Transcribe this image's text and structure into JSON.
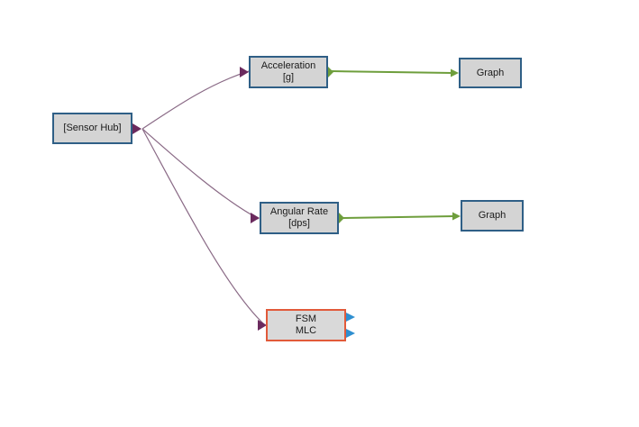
{
  "diagram": {
    "nodes": {
      "sensor_hub": {
        "label": "[Sensor Hub]"
      },
      "acceleration": {
        "line1": "Acceleration",
        "line2": "[g]"
      },
      "graph_acceleration": {
        "label": "Graph"
      },
      "angular_rate": {
        "line1": "Angular Rate",
        "line2": "[dps]"
      },
      "graph_angular_rate": {
        "label": "Graph"
      },
      "fsm_mlc": {
        "line1": "FSM",
        "line2": "MLC"
      }
    },
    "colors": {
      "node_fill": "#d4d4d4",
      "node_border": "#2f5f86",
      "fsm_border": "#e15a3a",
      "data_link": "#6e9e3c",
      "hub_link": "#8a6a86",
      "input_port": "#6b2a5e",
      "output_port": "#2f8fd0"
    }
  }
}
